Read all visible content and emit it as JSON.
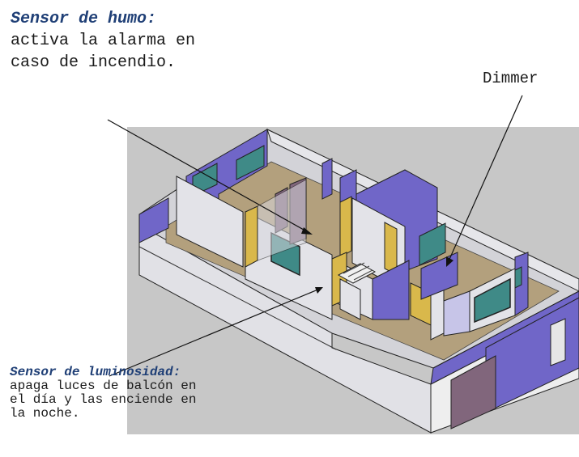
{
  "annotations": {
    "smoke": {
      "title": "Sensor de humo:",
      "text": "activa la alarma en caso de incendio."
    },
    "dimmer": {
      "label": "Dimmer"
    },
    "light": {
      "title": "Sensor de luminosidad:",
      "text": "apaga luces de balcón en el día y las enciende en la noche."
    }
  },
  "colors": {
    "background_panel": "#c7c7c7",
    "wall_light": "#e3e3e8",
    "wall_purple": "#7165c8",
    "floor": "#b3a07d",
    "door_yellow": "#d9b84b",
    "window": "#3f8a87",
    "door_brown": "#81667c"
  }
}
